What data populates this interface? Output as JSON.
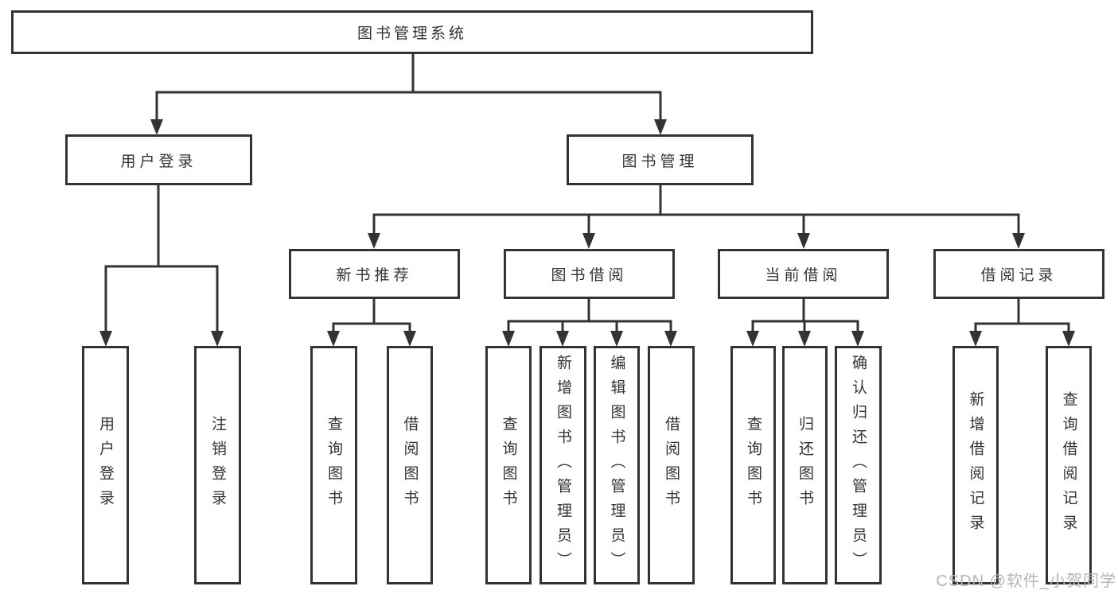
{
  "diagram": {
    "root": "图书管理系统",
    "login": {
      "label": "用户登录",
      "children": {
        "login": "用户登录",
        "logout": "注销登录"
      }
    },
    "mgmt": {
      "label": "图书管理",
      "sections": {
        "rec": {
          "label": "新书推荐",
          "children": {
            "query": "查询图书",
            "borrow": "借阅图书"
          }
        },
        "borrow": {
          "label": "图书借阅",
          "children": {
            "query": "查询图书",
            "add": "新增图书（管理员）",
            "edit": "编辑图书（管理员）",
            "borrow": "借阅图书"
          }
        },
        "current": {
          "label": "当前借阅",
          "children": {
            "query": "查询图书",
            "return": "归还图书",
            "confirm": "确认归还（管理员）"
          }
        },
        "records": {
          "label": "借阅记录",
          "children": {
            "add": "新增借阅记录",
            "query": "查询借阅记录"
          }
        }
      }
    }
  },
  "watermark": {
    "text": "CSDN @软件_小贺同学"
  },
  "colors": {
    "line": "#333333",
    "text": "#333333",
    "box_background": "#ffffff",
    "page_background": "#ffffff",
    "watermark": "#b5b5b5"
  }
}
